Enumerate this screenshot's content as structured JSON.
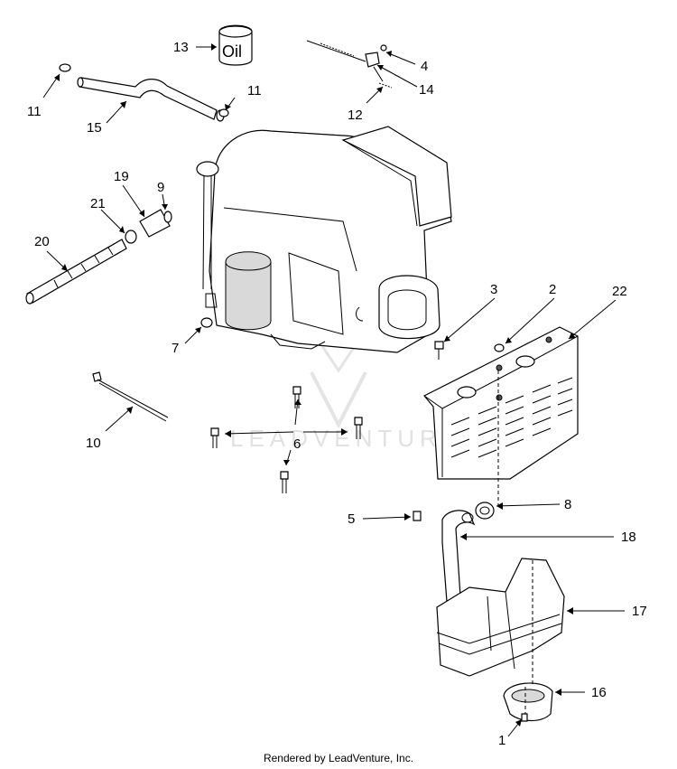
{
  "callouts": {
    "c1": "1",
    "c2": "2",
    "c3": "3",
    "c4": "4",
    "c5": "5",
    "c6": "6",
    "c7": "7",
    "c8": "8",
    "c9": "9",
    "c10": "10",
    "c11a": "11",
    "c11b": "11",
    "c12": "12",
    "c13": "13",
    "c14": "14",
    "c15": "15",
    "c16": "16",
    "c17": "17",
    "c18": "18",
    "c19": "19",
    "c20": "20",
    "c21": "21",
    "c22": "22"
  },
  "oil_can_label": "Oil",
  "watermark": "LEADVENTURE",
  "footer": "Rendered by LeadVenture, Inc."
}
